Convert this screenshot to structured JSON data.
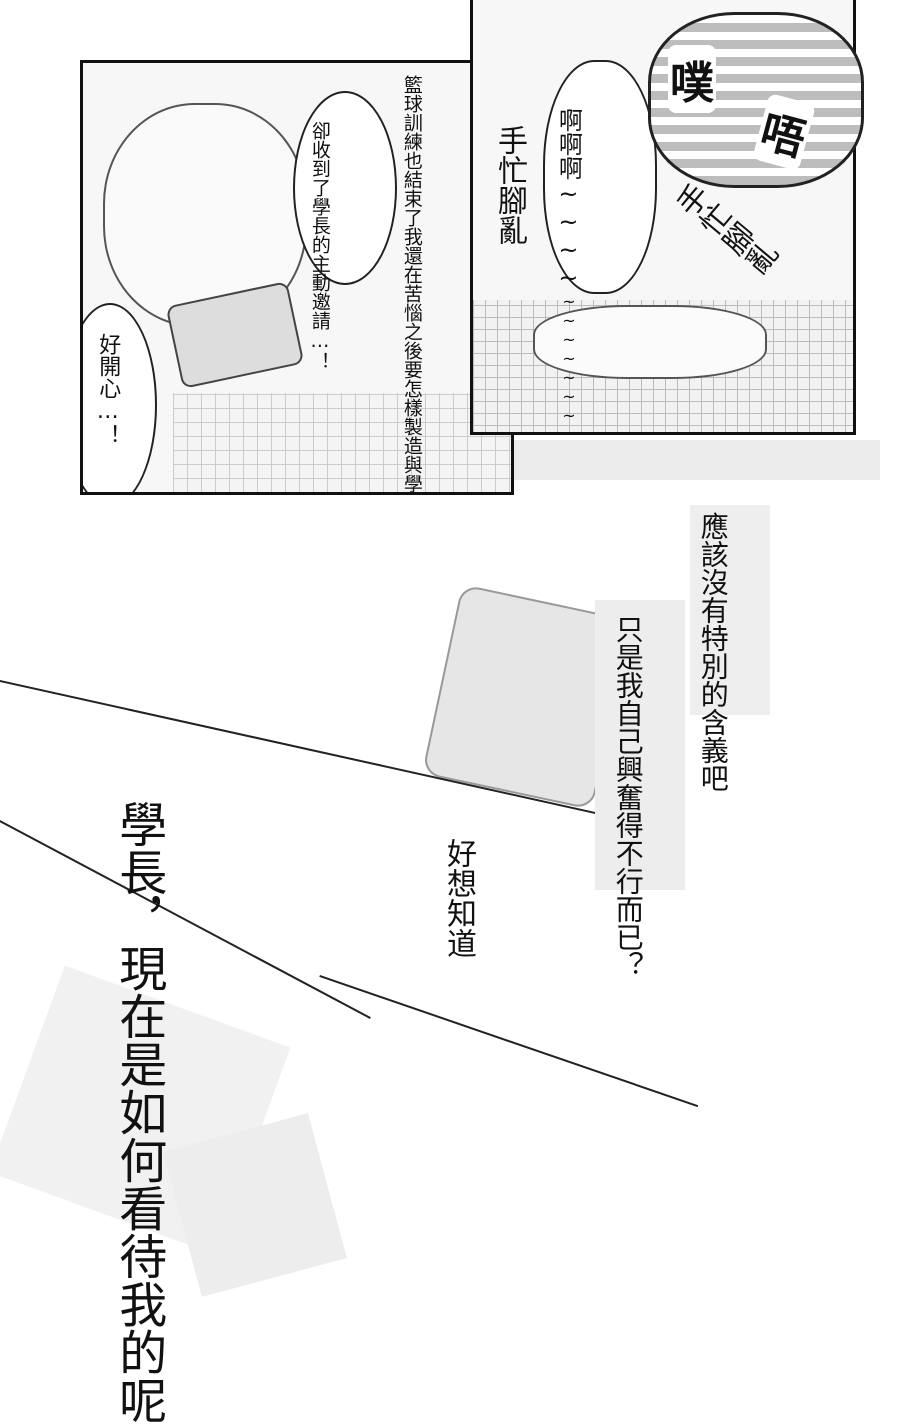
{
  "panel_top_left": {
    "narration": [
      "籃球訓練也結束了",
      "我還在苦惱",
      "之後要怎樣製造",
      "與學長接觸的機會"
    ],
    "bubble_invite": [
      "卻收到了",
      "學長的",
      "主動邀請…！"
    ],
    "bubble_happy": [
      "好開心…！"
    ]
  },
  "panel_top_right": {
    "sfx_cloud": [
      "噗",
      "唔"
    ],
    "bubble_ah": [
      "啊啊啊~~~~",
      "~~~~~~~"
    ],
    "sfx_flustered_1": "手忙腳亂",
    "sfx_flustered_2": "手忙腳亂"
  },
  "lower": {
    "thought_meaning": [
      "應該沒有",
      "特別的含義吧"
    ],
    "thought_excited": [
      "只是我自己",
      "興奮得不行而已？"
    ],
    "thought_want": [
      "好想知道"
    ],
    "thought_big": [
      "學長，現在",
      "是如何",
      "看待我的呢"
    ]
  }
}
